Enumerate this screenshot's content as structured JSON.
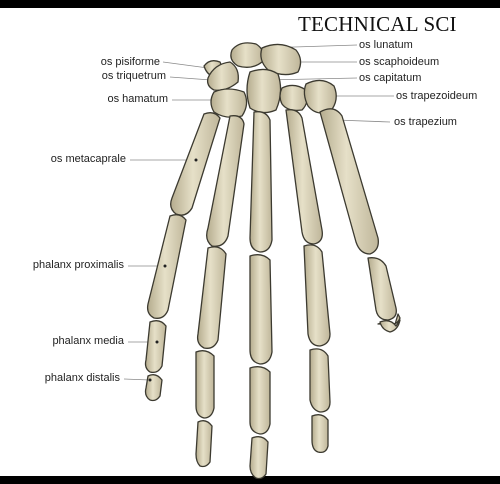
{
  "header": {
    "title": "TECHNICAL SCI"
  },
  "colors": {
    "bone_fill": "#ddd6bc",
    "bone_shadow": "#b5ac8e",
    "bone_outline": "#3c3a30",
    "leader_line": "#888888"
  },
  "labels": {
    "os_pisiforme": "os pisiforme",
    "os_triquetrum": "os triquetrum",
    "os_hamatum": "os hamatum",
    "os_metacaprale": "os metacaprale",
    "phalanx_proximalis": "phalanx proximalis",
    "phalanx_media": "phalanx media",
    "phalanx_distalis": "phalanx distalis",
    "os_lunatum": "os lunatum",
    "os_scaphoideum": "os scaphoideum",
    "os_capitatum": "os capitatum",
    "os_trapezoideum": "os trapezoideum",
    "os_trapezium": "os trapezium"
  }
}
